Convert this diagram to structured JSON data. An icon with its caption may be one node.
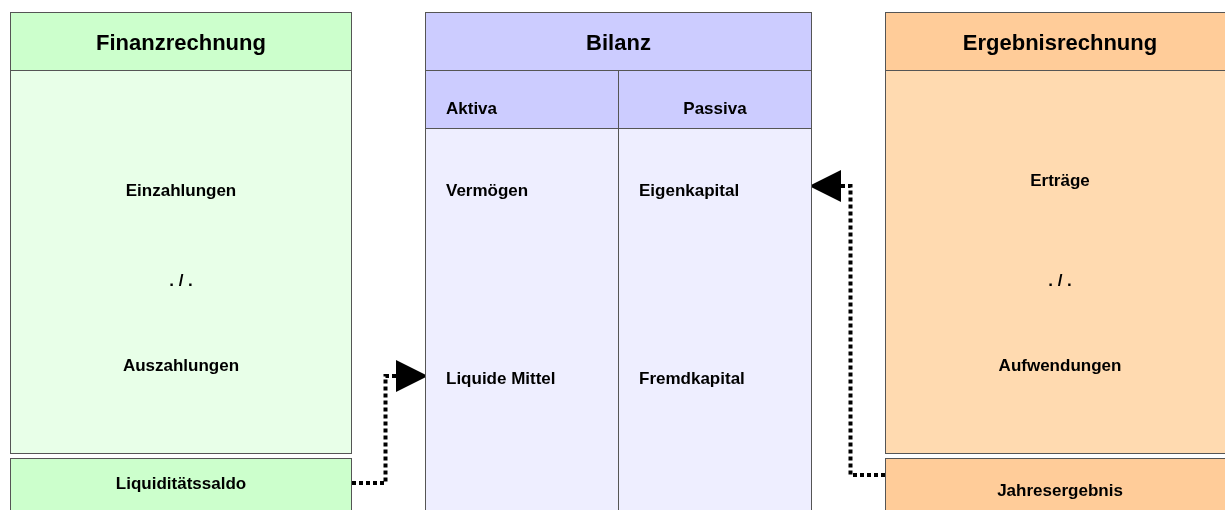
{
  "diagram": {
    "nodes": [
      {
        "text": [
          "Finanzrechnung"
        ]
      },
      {
        "text": [
          "Einzahlungen",
          ". / .",
          "Auszahlungen"
        ]
      },
      {
        "text": [
          "Liquiditätssaldo"
        ]
      },
      {
        "text": [
          "Bilanz"
        ]
      },
      {
        "text": [
          "Aktiva"
        ]
      },
      {
        "text": [
          "Passiva"
        ]
      },
      {
        "text": [
          "Vermögen",
          "Liquide Mittel"
        ]
      },
      {
        "text": [
          "Eigenkapital",
          "Fremdkapital"
        ]
      },
      {
        "text": [
          "Ergebnisrechnung"
        ]
      },
      {
        "text": [
          "Erträge",
          ". / .",
          "Aufwendungen"
        ]
      },
      {
        "text": [
          "Jahresergebnis"
        ]
      }
    ],
    "edges": [
      {
        "from": 2,
        "to": 6,
        "arrow": "to",
        "style": "dashed"
      },
      {
        "from": 10,
        "to": 7,
        "arrow": "to",
        "style": "dashed"
      }
    ]
  }
}
